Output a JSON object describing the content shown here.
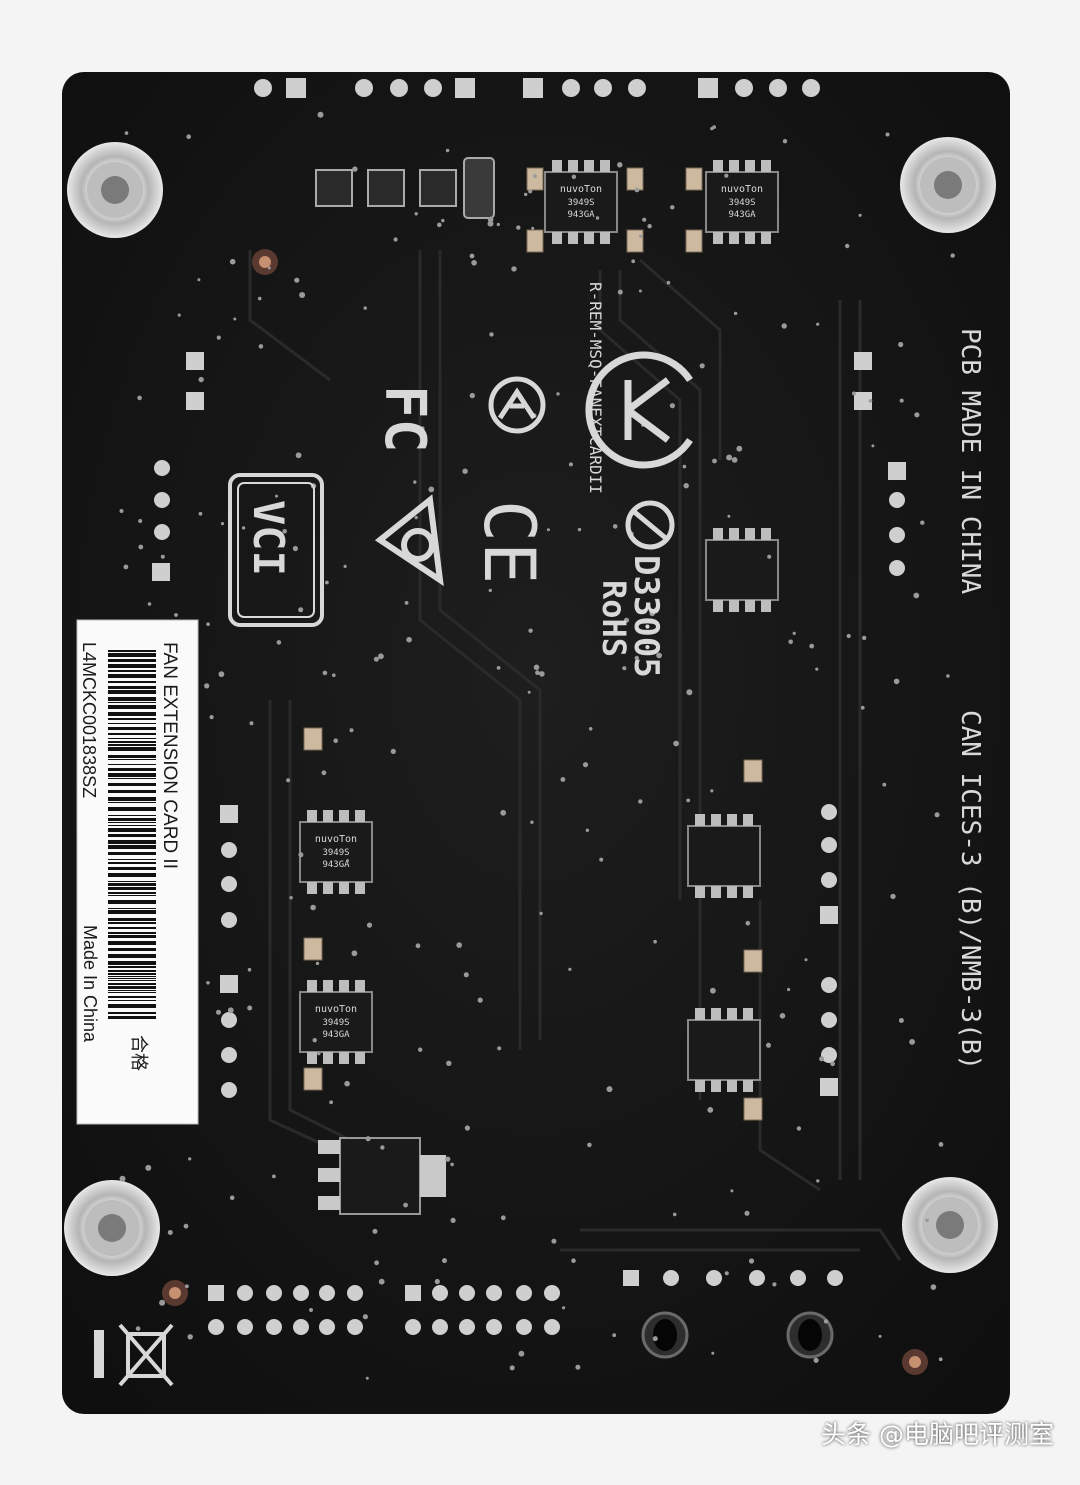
{
  "board": {
    "part_marking": "R-REM-MSQ-FANEXTCARDII",
    "pcb_origin": "PCB MADE IN CHINA",
    "compliance": "CAN ICES-3 (B)/NMB-3(B)",
    "fcc_mark": "FC",
    "ce_mark": "CE",
    "vci_mark": "VCI",
    "rohs_code": "D33005",
    "rohs_label": "RoHS",
    "chip_brand": "nuvoTon",
    "chip_line1": "3949S",
    "chip_line2": "943GA"
  },
  "sticker": {
    "product": "FAN EXTENSION CARD II",
    "serial": "L4MCKC001838SZ",
    "origin": "Made In China",
    "qc_mark": "合格"
  },
  "watermark": {
    "text": "头条 @电脑吧评测室"
  },
  "colors": {
    "background": "#f4f4f4",
    "pcb": "#161616",
    "silkscreen": "#d8d8d8",
    "pad": "#c9c9c9",
    "sticker": "#fafafa"
  }
}
